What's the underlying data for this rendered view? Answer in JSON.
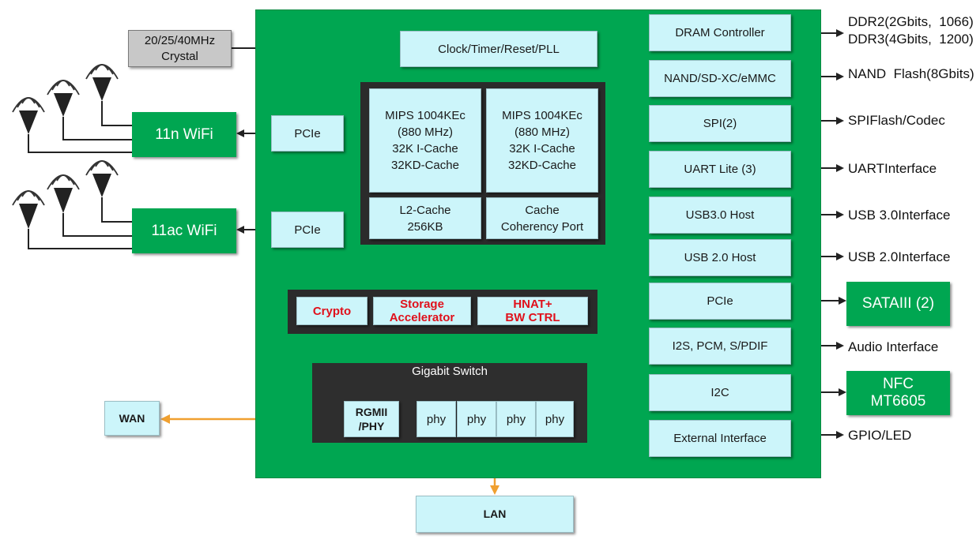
{
  "crystal": "20/25/40MHz\nCrystal",
  "clock": "Clock/Timer/Reset/PLL",
  "wifi": {
    "n": "11n WiFi",
    "ac": "11ac WiFi"
  },
  "pcie_left": [
    "PCIe",
    "PCIe"
  ],
  "cpu": {
    "core1": "MIPS 1004KEc\n(880 MHz)\n32K I-Cache\n32KD-Cache",
    "core2": "MIPS 1004KEc\n(880 MHz)\n32K I-Cache\n32KD-Cache",
    "l2": "L2-Cache\n256KB",
    "coherency": "Cache\nCoherency Port"
  },
  "accel": {
    "crypto": "Crypto",
    "storage": "Storage\nAccelerator",
    "hnat": "HNAT+\nBW CTRL"
  },
  "switch": {
    "title": "Gigabit Switch",
    "rgmii": "RGMII\n/PHY",
    "phy": [
      "phy",
      "phy",
      "phy",
      "phy"
    ]
  },
  "wan": "WAN",
  "lan": "LAN",
  "peripherals": [
    "DRAM Controller",
    "NAND/SD-XC/eMMC",
    "SPI(2)",
    "UART Lite (3)",
    "USB3.0 Host",
    "USB 2.0 Host",
    "PCIe",
    "I2S, PCM, S/PDIF",
    "I2C",
    "External Interface"
  ],
  "outputs": {
    "dram": "DDR2(2Gbits,  1066)\nDDR3(4Gbits,  1200)",
    "nand": "NAND  Flash(8Gbits)",
    "spi": "SPIFlash/Codec",
    "uart": "UARTInterface",
    "usb3": "USB 3.0Interface",
    "usb2": "USB 2.0Interface",
    "sata": "SATAIII (2)",
    "audio": "Audio Interface",
    "nfc": "NFC\nMT6605",
    "gpio": "GPIO/LED"
  }
}
